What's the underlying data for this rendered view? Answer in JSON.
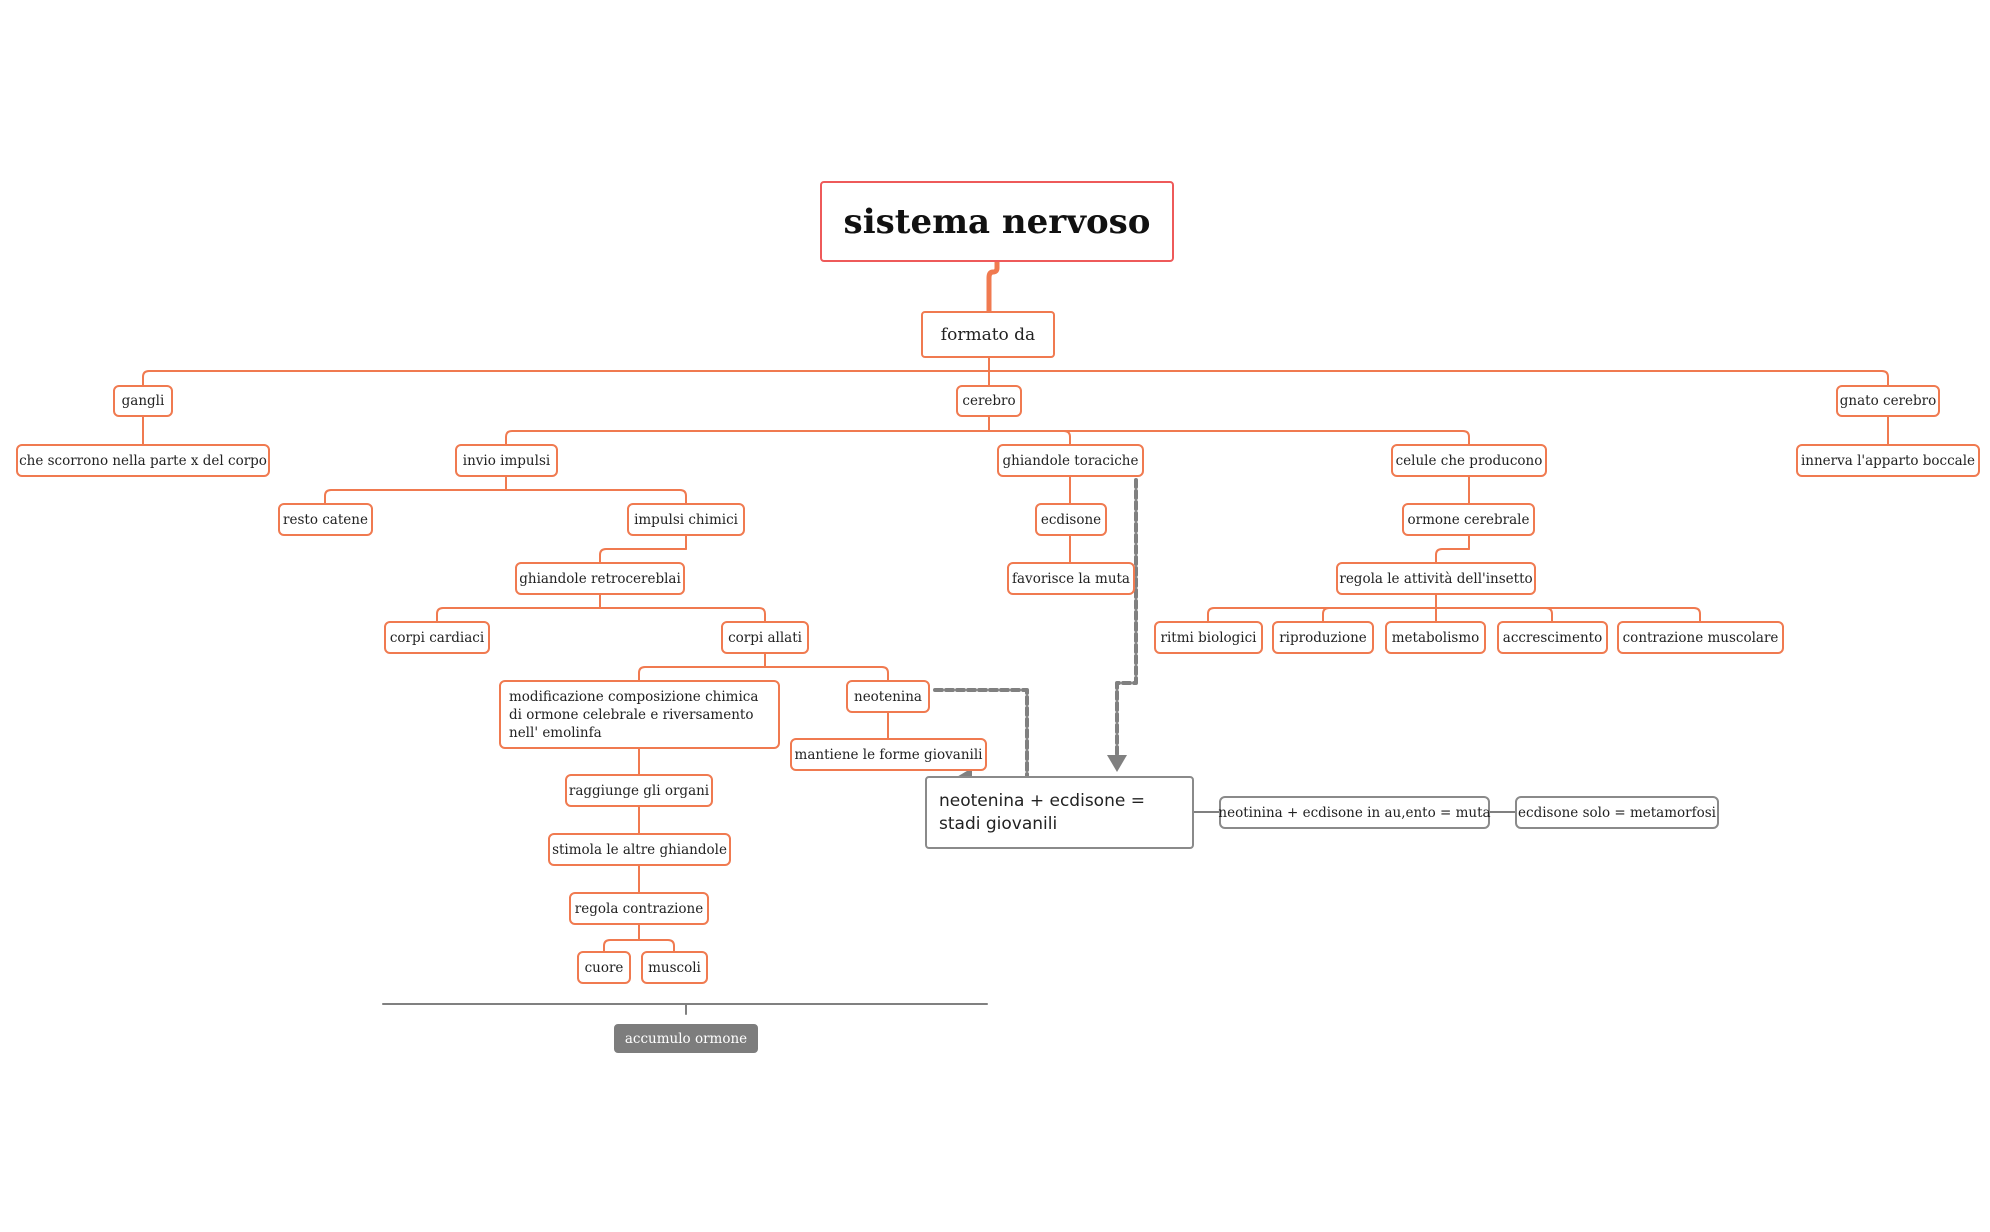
{
  "map": {
    "root": "sistema nervoso",
    "formato_da": "formato da",
    "gangli": "gangli",
    "gangli_desc": "che scorrono nella parte x del corpo",
    "cerebro": "cerebro",
    "gnato_cerebro": "gnato cerebro",
    "gnato_desc": "innerva l'apparto boccale",
    "invio_impulsi": "invio impulsi",
    "resto_catene": "resto catene",
    "impulsi_chimici": "impulsi chimici",
    "ghiandole_retro": "ghiandole retrocereblai",
    "corpi_cardiaci": "corpi cardiaci",
    "corpi_allati": "corpi allati",
    "modificazione": "modificazione composizione chimica di ormone celebrale  e riversamento nell' emolinfa",
    "neotenina": "neotenina",
    "mantiene": "mantiene le forme giovanili",
    "raggiunge": "raggiunge gli organi",
    "stimola": "stimola le altre ghiandole",
    "regola_contrazione": "regola contrazione",
    "cuore": "cuore",
    "muscoli": "muscoli",
    "accumulo": "accumulo ormone",
    "ghiandole_toraciche": "ghiandole toraciche",
    "ecdisone": "ecdisone",
    "favorisce": "favorisce la muta",
    "celule": "celule che producono",
    "ormone_cerebrale": "ormone cerebrale",
    "regola_attivita": "regola le attività dell'insetto",
    "ritmi": "ritmi biologici",
    "riproduzione": "riproduzione",
    "metabolismo": "metabolismo",
    "accrescimento": "accrescimento",
    "contrazione_muscolare": "contrazione muscolare",
    "stadi_giovanili": "neotenina + ecdisone = stadi giovanili",
    "muta": "neotinina + ecdisone in au,ento = muta",
    "metamorfosi": "ecdisone solo = metamorfosi"
  },
  "colors": {
    "branch": "#f07a50",
    "root_border": "#ee5a5a",
    "relation": "#808080",
    "summary_fill": "#7d7d7d"
  }
}
